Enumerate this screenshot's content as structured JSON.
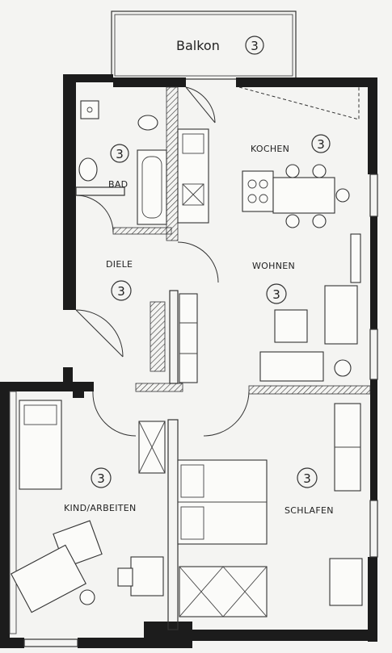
{
  "rooms": {
    "balkon": {
      "name": "Balkon",
      "number": "3"
    },
    "bad": {
      "name": "BAD",
      "number": "3"
    },
    "kochen": {
      "name": "KOCHEN",
      "number": "3"
    },
    "diele": {
      "name": "DIELE",
      "number": "3"
    },
    "wohnen": {
      "name": "WOHNEN",
      "number": "3"
    },
    "kind": {
      "name": "KIND/ARBEITEN",
      "number": "3"
    },
    "schlafen": {
      "name": "SCHLAFEN",
      "number": "3"
    }
  }
}
